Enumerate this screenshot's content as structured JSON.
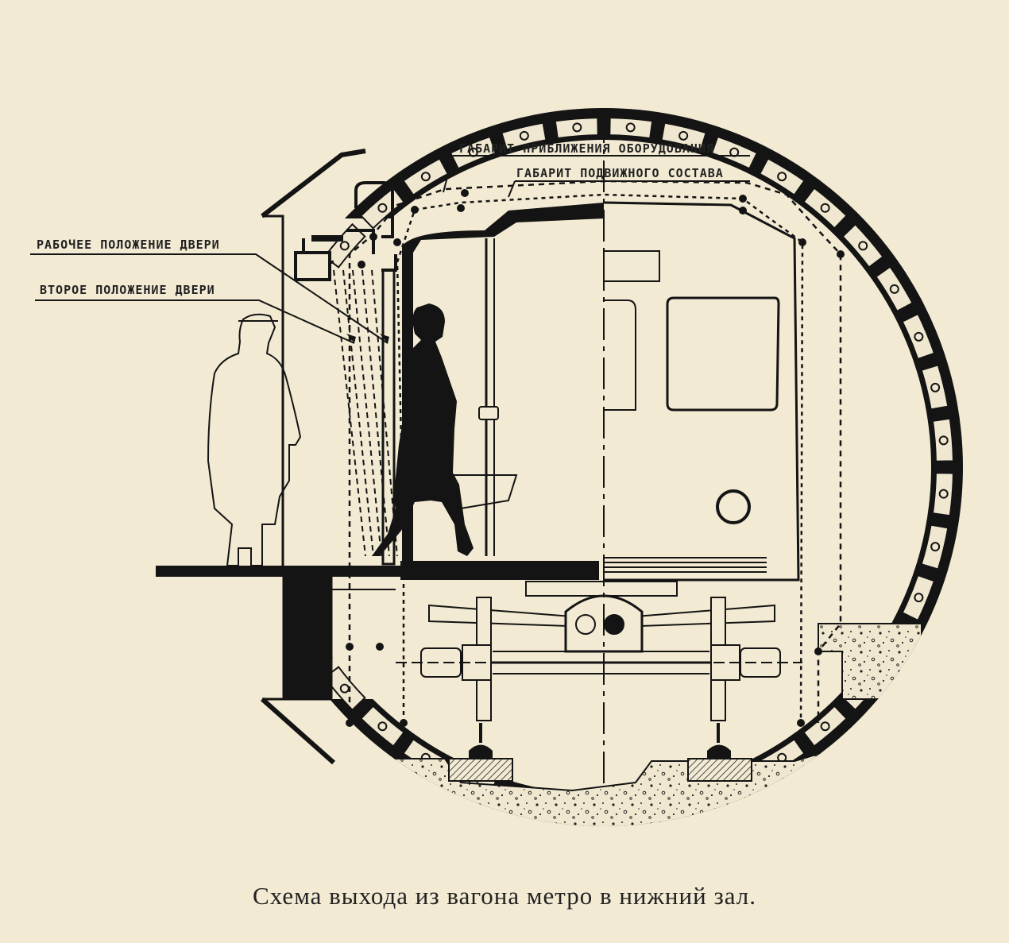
{
  "labels": {
    "equipment_gauge": "ГАБАРИТ ПРИБЛИЖЕНИЯ ОБОРУДОВАНИЯ",
    "rolling_stock_gauge": "ГАБАРИТ ПОДВИЖНОГО СОСТАВА",
    "door_working_position": "РАБОЧЕЕ ПОЛОЖЕНИЕ ДВЕРИ",
    "door_second_position": "ВТОРОЕ ПОЛОЖЕНИЕ ДВЕРИ"
  },
  "caption": "Схема выхода из вагона метро в нижний зал.",
  "colors": {
    "paper": "#f2ead3",
    "ink": "#141414"
  }
}
